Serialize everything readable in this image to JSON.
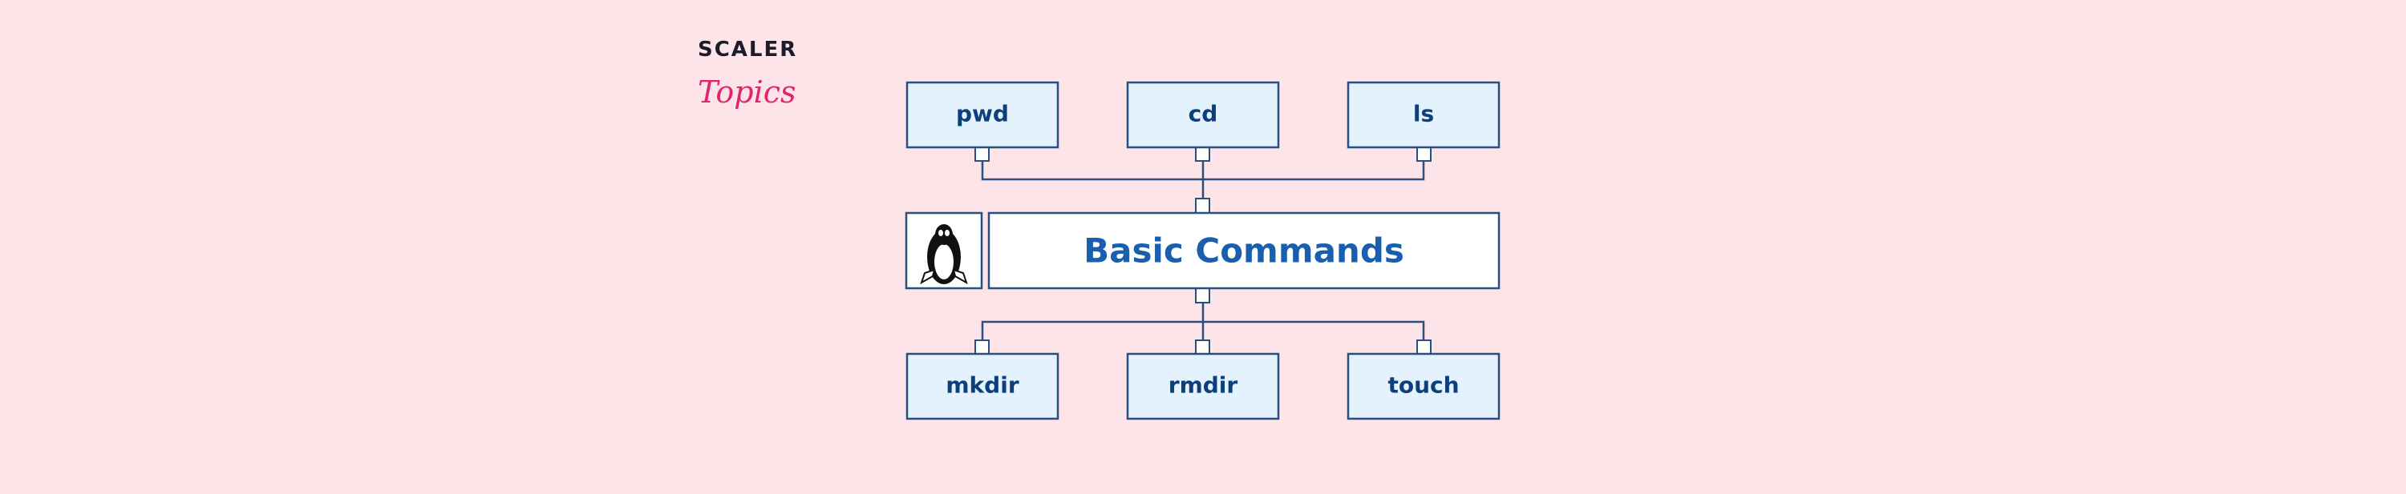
{
  "logo": {
    "line1": "SCALER",
    "line2": "Topics"
  },
  "center": {
    "title": "Basic Commands",
    "icon": "linux-penguin-icon"
  },
  "top_commands": [
    "pwd",
    "cd",
    "ls"
  ],
  "bottom_commands": [
    "mkdir",
    "rmdir",
    "touch"
  ],
  "colors": {
    "background": "#fde4e8",
    "box_fill": "#e3f2fd",
    "border": "#2a4f7f",
    "title": "#1a5fae",
    "label": "#0d3f7a",
    "logo_accent": "#e0246e"
  }
}
